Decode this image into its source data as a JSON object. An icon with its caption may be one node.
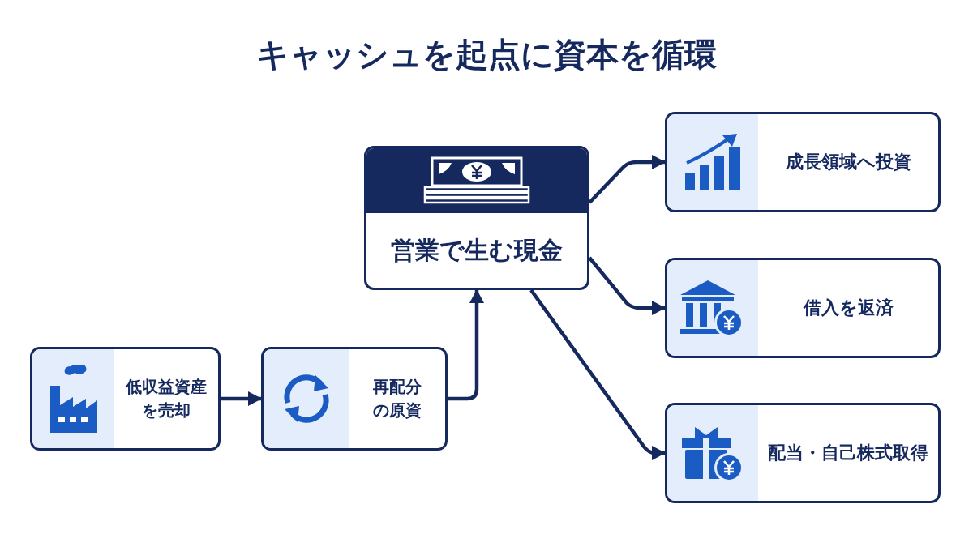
{
  "diagram": {
    "title": "キャッシュを起点に資本を循環",
    "nodes": [
      {
        "text": [
          "低収益資産を売却"
        ]
      },
      {
        "text": [
          "再配分の原資"
        ]
      },
      {
        "text": [
          "営業で生む現金"
        ]
      },
      {
        "text": [
          "成長領域へ投資"
        ]
      },
      {
        "text": [
          "借入を返済"
        ]
      },
      {
        "text": [
          "配当・自己株式取得"
        ]
      }
    ],
    "edges": [
      {
        "from": 0,
        "to": 1,
        "arrow": "to"
      },
      {
        "from": 1,
        "to": 2,
        "arrow": "to"
      },
      {
        "from": 2,
        "to": 3,
        "arrow": "to"
      },
      {
        "from": 2,
        "to": 4,
        "arrow": "to"
      },
      {
        "from": 2,
        "to": 5,
        "arrow": "to"
      }
    ]
  }
}
